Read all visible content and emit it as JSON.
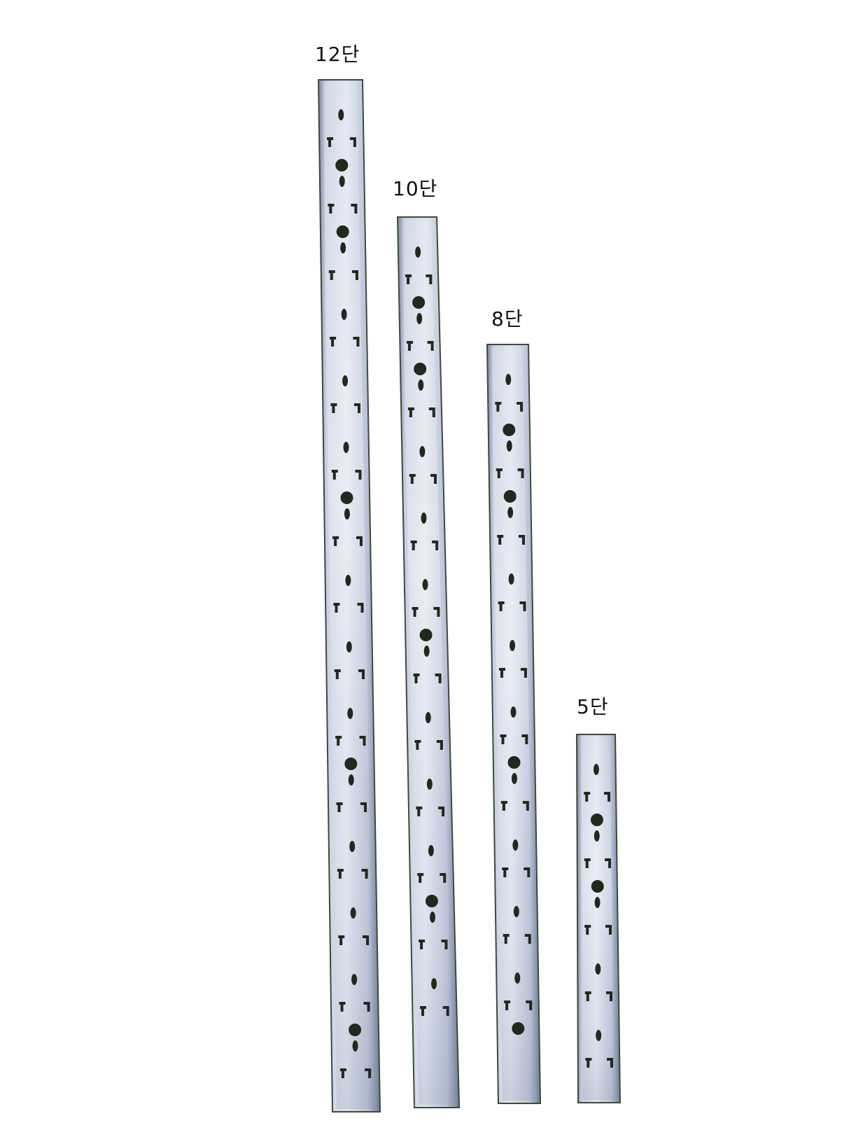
{
  "posts": [
    {
      "label": "12단",
      "levels": 12
    },
    {
      "label": "10단",
      "levels": 10
    },
    {
      "label": "8단",
      "levels": 8
    },
    {
      "label": "5단",
      "levels": 5
    }
  ],
  "colors": {
    "background": "#ffffff",
    "steel_light": "#d6dcea",
    "steel_mid": "#aeb8cf",
    "steel_dark": "#6f7b96",
    "edge": "#3d4a3a",
    "hole": "#1f2a1c"
  }
}
